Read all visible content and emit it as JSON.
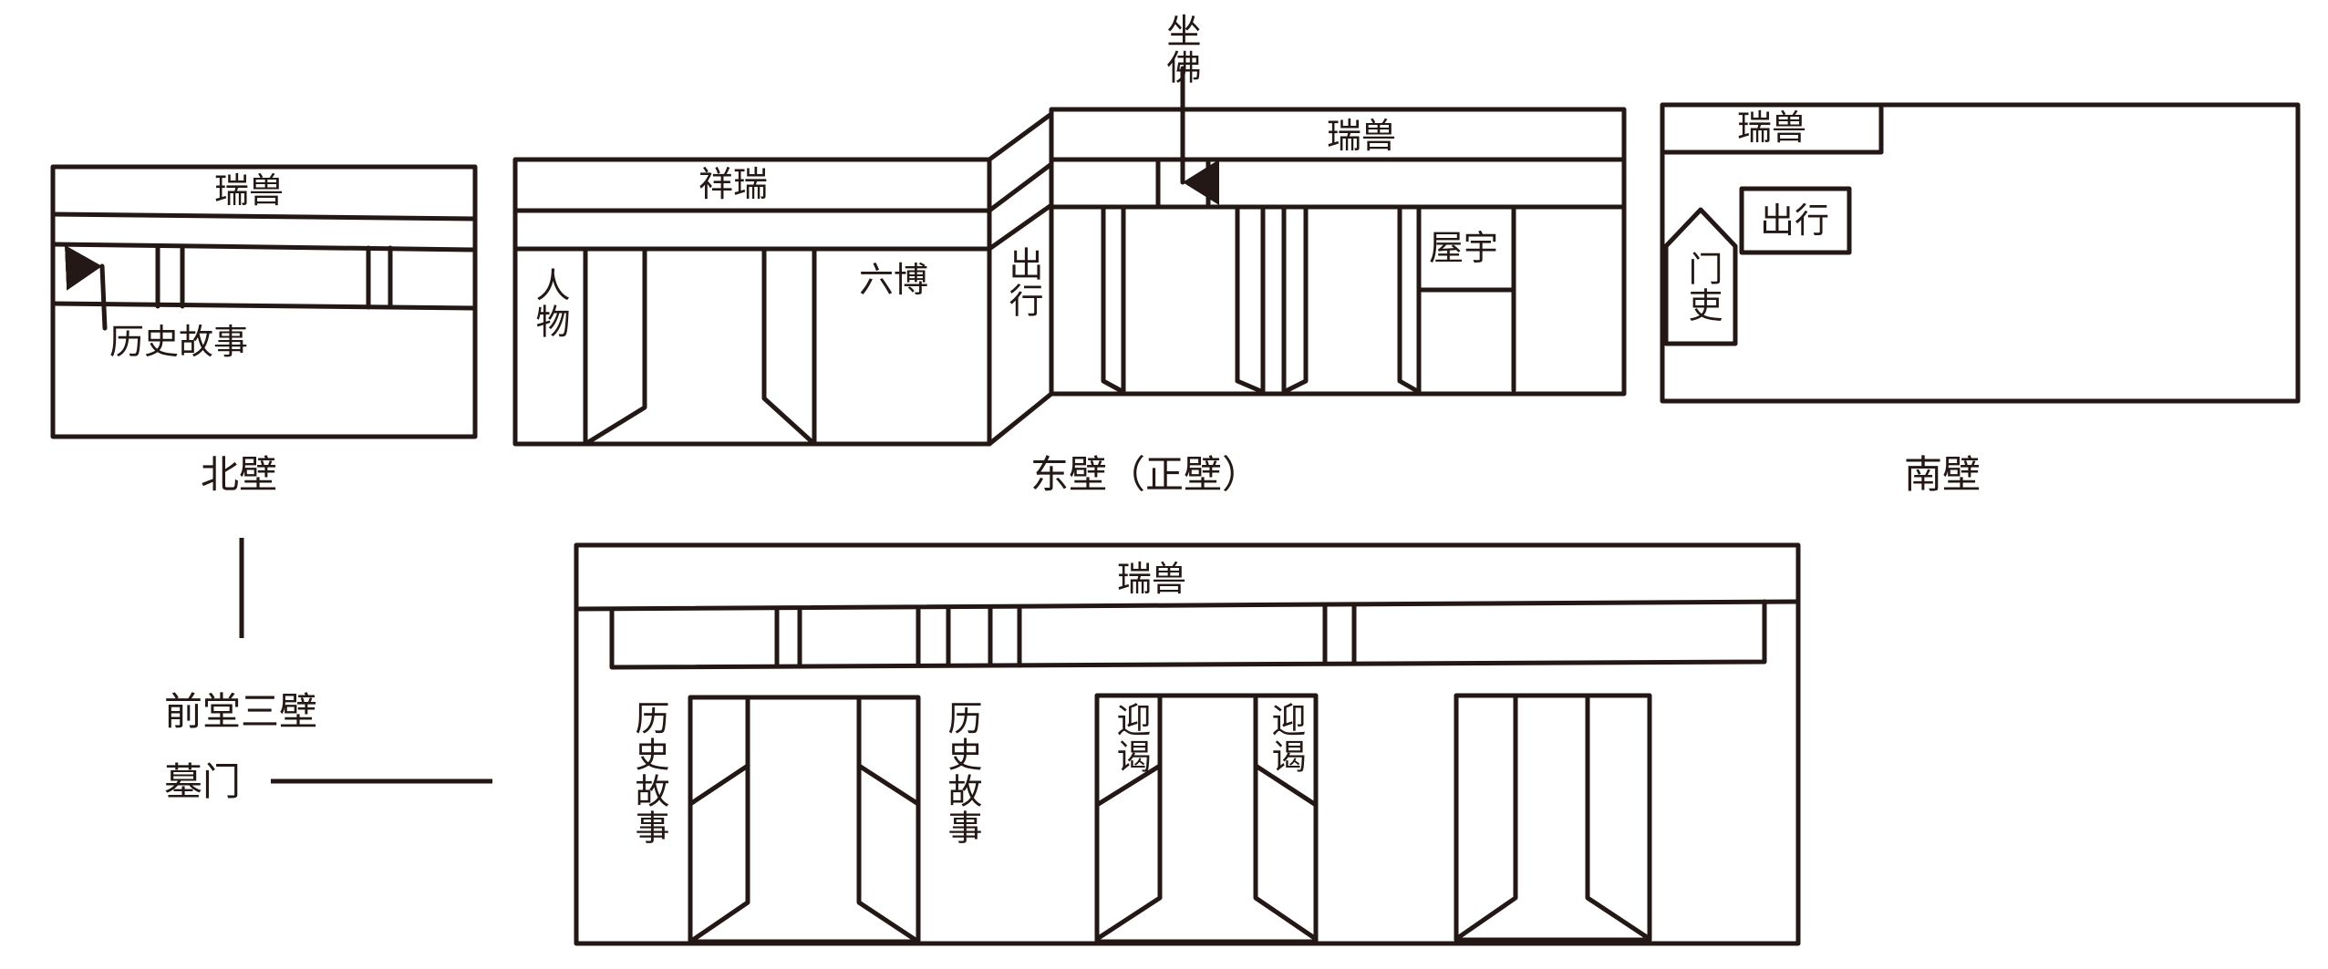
{
  "walls": {
    "north": {
      "caption": "北壁",
      "frieze": "瑞兽",
      "story": "历史故事"
    },
    "east": {
      "caption": "东壁（正壁）",
      "frieze_left": "祥瑞",
      "frieze_right": "瑞兽",
      "figures": "人物",
      "liubo": "六博",
      "procession": "出行",
      "buddha": "坐佛",
      "house": "屋宇"
    },
    "south": {
      "caption": "南壁",
      "frieze": "瑞兽",
      "procession": "出行",
      "gate_officer": "门吏"
    },
    "tomb_gate": {
      "frieze": "瑞兽",
      "story_left": "历史故事",
      "story_right": "历史故事",
      "greet_left": "迎谒",
      "greet_right": "迎谒"
    }
  },
  "legend": {
    "front_hall": "前堂三壁",
    "tomb_gate": "墓门"
  }
}
